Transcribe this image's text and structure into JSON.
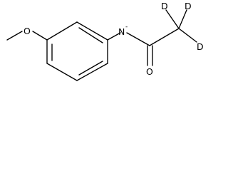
{
  "molecule": {
    "atoms": {
      "oxygen_methoxy": "O",
      "nitrogen": "N",
      "nitrogen_charge": "-",
      "oxygen_carbonyl": "O",
      "deuterium_1": "D",
      "deuterium_2": "D",
      "deuterium_3": "D"
    }
  }
}
